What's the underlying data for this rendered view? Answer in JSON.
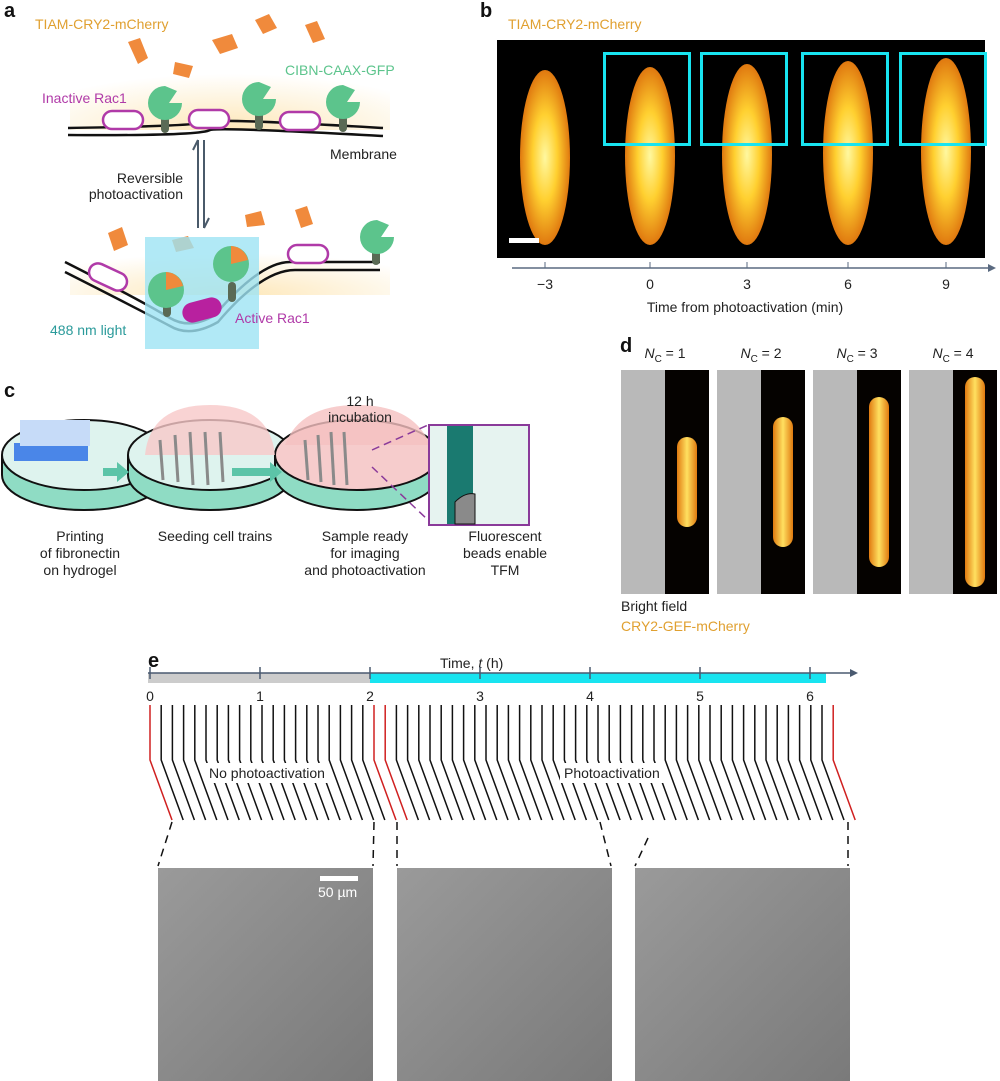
{
  "panel_a": {
    "label": "a",
    "protein_label": "TIAM-CRY2-mCherry",
    "anchor_label": "CIBN-CAAX-GFP",
    "inactive_label": "Inactive Rac1",
    "membrane_label": "Membrane",
    "reversible_line1": "Reversible",
    "reversible_line2": "photoactivation",
    "light_label": "488 nm light",
    "active_label": "Active Rac1"
  },
  "panel_b": {
    "label": "b",
    "title": "TIAM-CRY2-mCherry",
    "ticks": [
      "−3",
      "0",
      "3",
      "6",
      "9"
    ],
    "xlabel": "Time from photoactivation (min)"
  },
  "panel_c": {
    "label": "c",
    "incubation_line1": "12 h",
    "incubation_line2": "incubation",
    "steps": [
      {
        "lines": [
          "Printing",
          "of fibronectin",
          "on hydrogel"
        ]
      },
      {
        "lines": [
          "Seeding cell trains"
        ]
      },
      {
        "lines": [
          "Sample ready",
          "for imaging",
          "and photoactivation"
        ]
      },
      {
        "lines": [
          "Fluorescent",
          "beads enable",
          "TFM"
        ]
      }
    ]
  },
  "panel_d": {
    "label": "d",
    "headers": [
      {
        "sym": "N",
        "sub": "C",
        "val": " = 1"
      },
      {
        "sym": "N",
        "sub": "C",
        "val": " = 2"
      },
      {
        "sym": "N",
        "sub": "C",
        "val": " = 3"
      },
      {
        "sym": "N",
        "sub": "C",
        "val": " = 4"
      }
    ],
    "legend_bf": "Bright field",
    "legend_fl": "CRY2-GEF-mCherry"
  },
  "panel_e": {
    "label": "e",
    "axis_title": "Time, ",
    "axis_var": "t",
    "axis_unit": " (h)",
    "ticks": [
      "0",
      "1",
      "2",
      "3",
      "4",
      "5",
      "6"
    ],
    "phase1": "No photoactivation",
    "phase2": "Photoactivation",
    "scale_bar": "50 µm"
  },
  "colors": {
    "orange": "#f08a3c",
    "orange_text": "#e0a030",
    "green": "#5cc48c",
    "magenta": "#b03aa8",
    "cyan": "#18e4f0",
    "teal_text": "#2a9a9a"
  }
}
